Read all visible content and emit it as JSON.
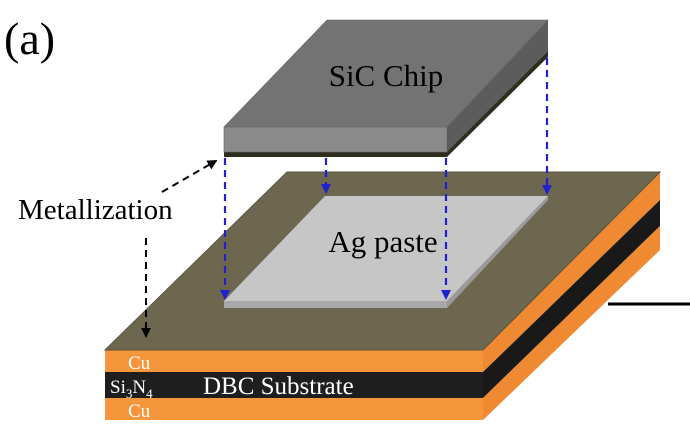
{
  "panel_label": "(a)",
  "chip": {
    "label": "SiC Chip"
  },
  "paste": {
    "label": "Ag paste"
  },
  "metallization": {
    "label": "Metallization"
  },
  "substrate": {
    "label": "DBC Substrate",
    "layers": {
      "top": "Cu",
      "middle_main": "Si",
      "middle_sub1": "3",
      "middle_n": "N",
      "middle_sub2": "4",
      "bottom": "Cu"
    }
  },
  "colors": {
    "chip_top": "#737373",
    "chip_front": "#8a8a8a",
    "chip_side": "#5c5c5c",
    "substrate_top": "#6e6750",
    "copper": "#f5953c",
    "ceramic": "#1e1e1e",
    "paste": "#c6c6c6",
    "arrow_blue": "#2020d0",
    "arrow_black": "#000000"
  }
}
